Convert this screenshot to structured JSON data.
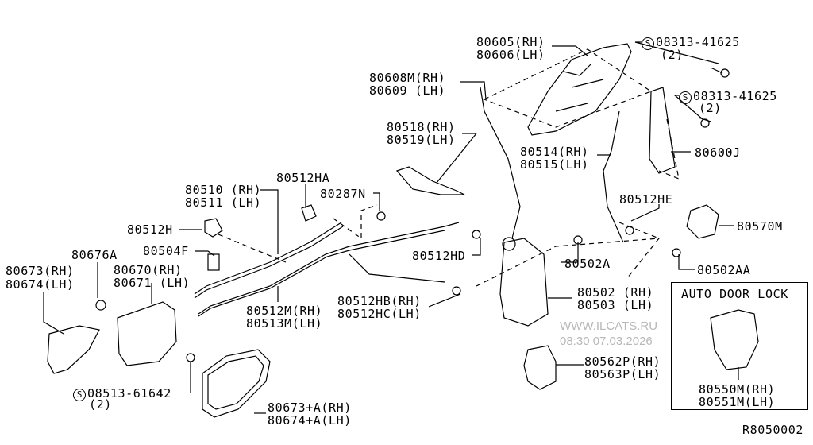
{
  "diagram_code": "R8050002",
  "inset": {
    "title": "AUTO DOOR LOCK",
    "part_rh": "80550M(RH)",
    "part_lh": "80551M(LH)"
  },
  "watermark": {
    "site": "WWW.ILCATS.RU",
    "timestamp": "08:30 07.03.2026"
  },
  "parts": {
    "p80605": "80605(RH)",
    "p80606": "80606(LH)",
    "bolt1": "08313-41625",
    "bolt1_qty": "(2)",
    "bolt2": "08313-41625",
    "bolt2_qty": "(2)",
    "p80608M": "80608M(RH)",
    "p80609": "80609 (LH)",
    "p80518": "80518(RH)",
    "p80519": "80519(LH)",
    "p80514": "80514(RH)",
    "p80515": "80515(LH)",
    "p80600J": "80600J",
    "p80510": "80510 (RH)",
    "p80511": "80511 (LH)",
    "p80512HA": "80512HA",
    "p80287N": "80287N",
    "p80512HE": "80512HE",
    "p80570M": "80570M",
    "p80512H": "80512H",
    "p80504F": "80504F",
    "p80676A": "80676A",
    "p80512HD": "80512HD",
    "p80502A": "80502A",
    "p80502AA": "80502AA",
    "p80673": "80673(RH)",
    "p80674": "80674(LH)",
    "p80670": "80670(RH)",
    "p80671": "80671 (LH)",
    "p80502": "80502 (RH)",
    "p80503": "80503 (LH)",
    "p80512HB": "80512HB(RH)",
    "p80512HC": "80512HC(LH)",
    "p80512M": "80512M(RH)",
    "p80513M": "80513M(LH)",
    "p80562P": "80562P(RH)",
    "p80563P": "80563P(LH)",
    "screw": "08513-61642",
    "screw_qty": "(2)",
    "p80673A": "80673+A(RH)",
    "p80674A": "80674+A(LH)",
    "s_symbol": "S"
  }
}
